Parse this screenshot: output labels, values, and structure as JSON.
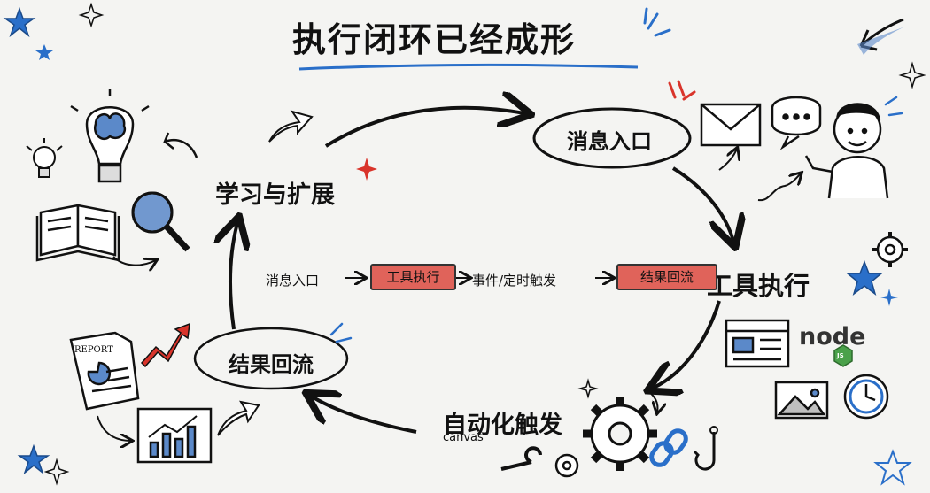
{
  "title": "执行闭环已经成形",
  "cycle_nodes": {
    "learn": "学习与扩展",
    "message": "消息入口",
    "tool": "工具执行",
    "auto": "自动化触发",
    "result": "结果回流"
  },
  "flow": {
    "step1": "消息入口",
    "step2": "工具执行",
    "step3": "事件/定时触发",
    "step4": "结果回流"
  },
  "canvas_label": "canvas",
  "report_label": "REPORT",
  "node_logo": "node",
  "node_badge": "JS",
  "colors": {
    "accent_red": "#e0635a",
    "accent_blue": "#2a6fc9",
    "ink": "#222222"
  }
}
